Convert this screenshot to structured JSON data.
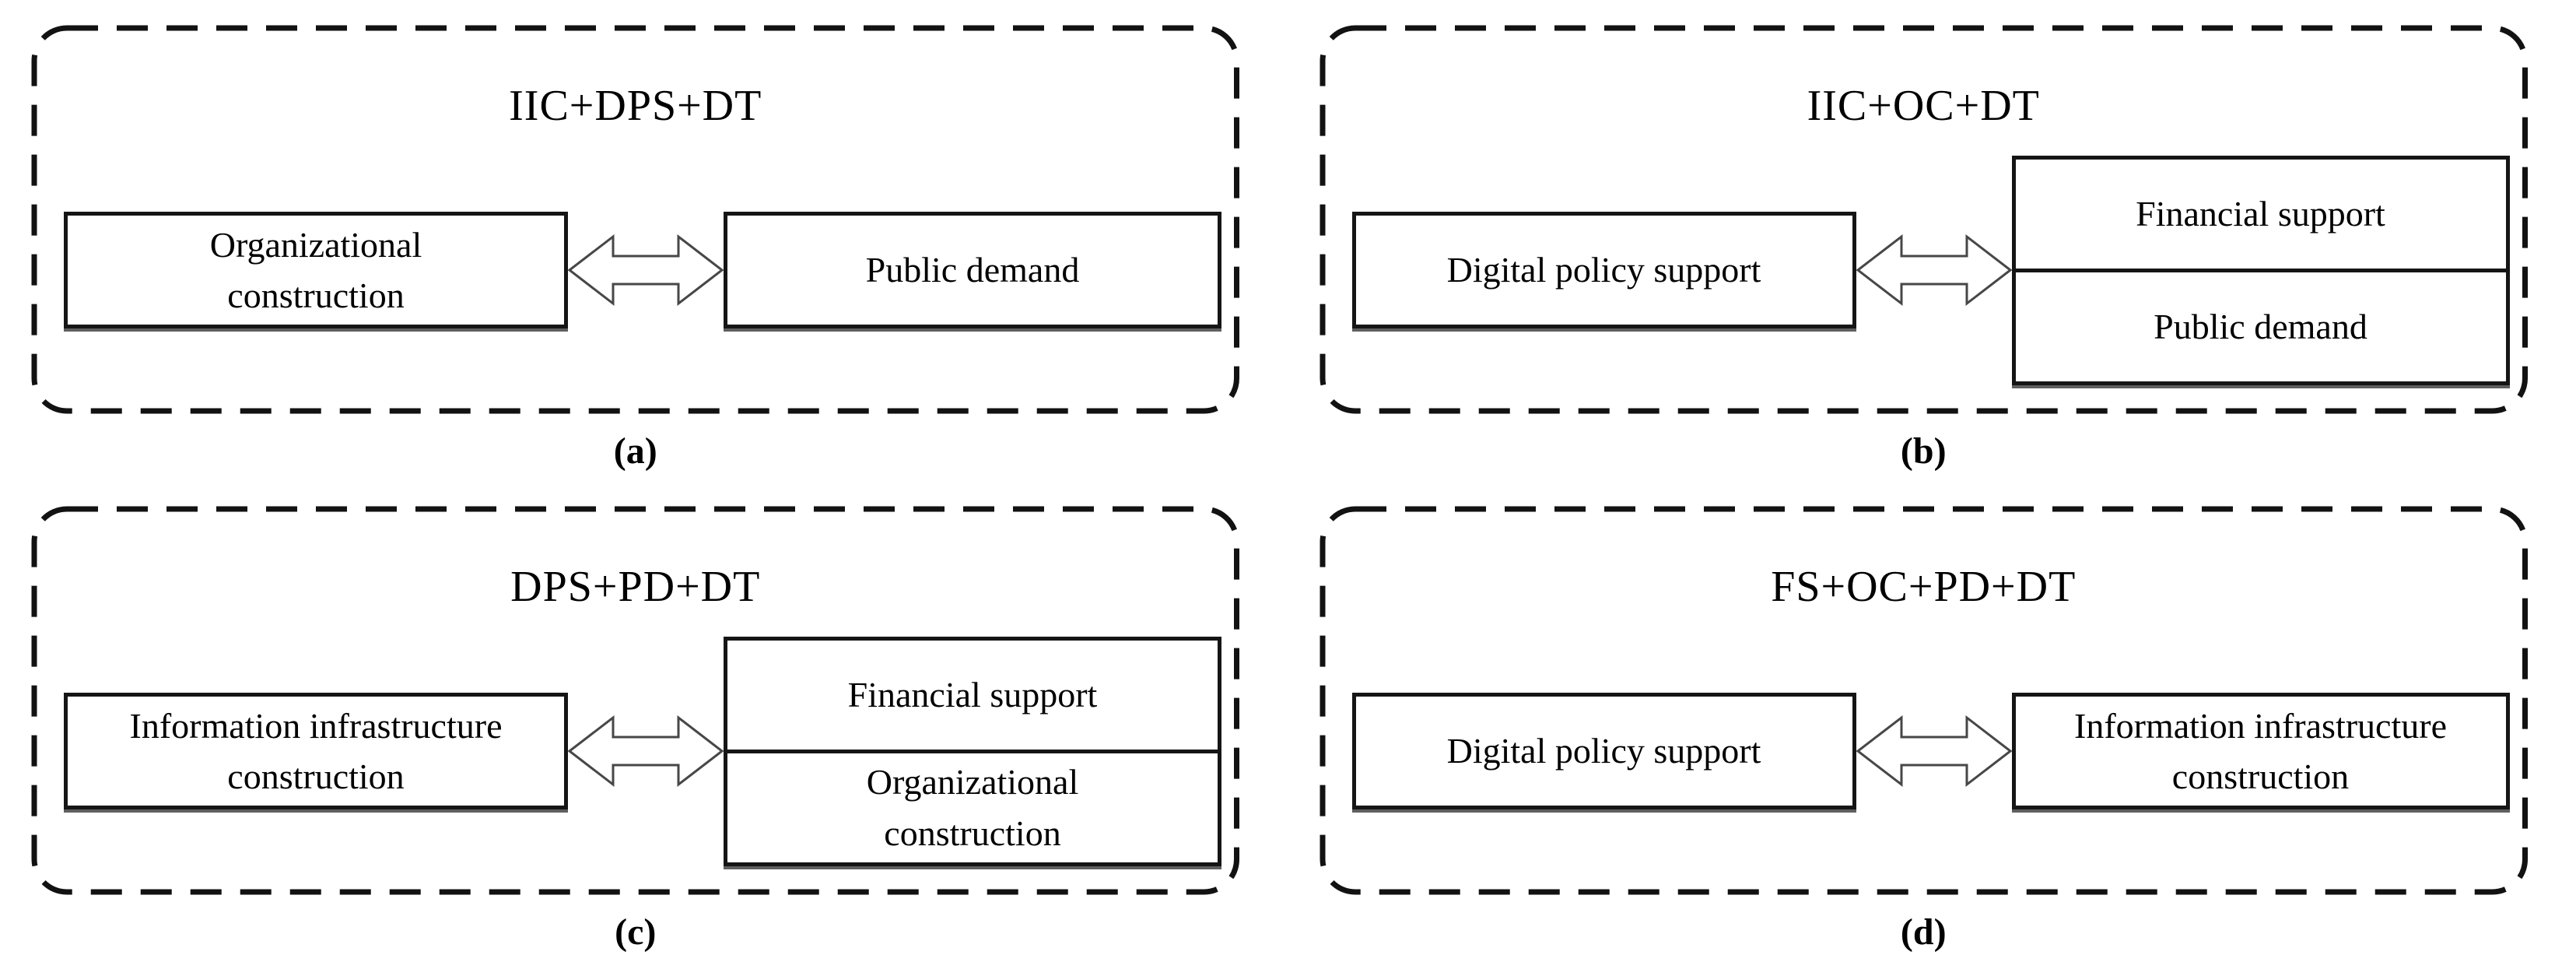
{
  "figure": {
    "background": "#ffffff",
    "line_color": "#121212",
    "box_border_color": "#151515",
    "arrow": {
      "icon": "double-headed-arrow",
      "fill": "#ffffff",
      "stroke": "#474747"
    },
    "panels": [
      {
        "id": "a",
        "title": "IIC+DPS+DT",
        "left_box": "Organizational\nconstruction",
        "right_boxes": [
          "Public demand"
        ],
        "caption": "(a)"
      },
      {
        "id": "b",
        "title": "IIC+OC+DT",
        "left_box": "Digital policy support",
        "right_boxes": [
          "Financial support",
          "Public demand"
        ],
        "caption": "(b)"
      },
      {
        "id": "c",
        "title": "DPS+PD+DT",
        "left_box": "Information infrastructure\nconstruction",
        "right_boxes": [
          "Financial support",
          "Organizational\nconstruction"
        ],
        "caption": "(c)"
      },
      {
        "id": "d",
        "title": "FS+OC+PD+DT",
        "left_box": "Digital policy support",
        "right_boxes": [
          "Information infrastructure\nconstruction"
        ],
        "caption": "(d)"
      }
    ]
  }
}
